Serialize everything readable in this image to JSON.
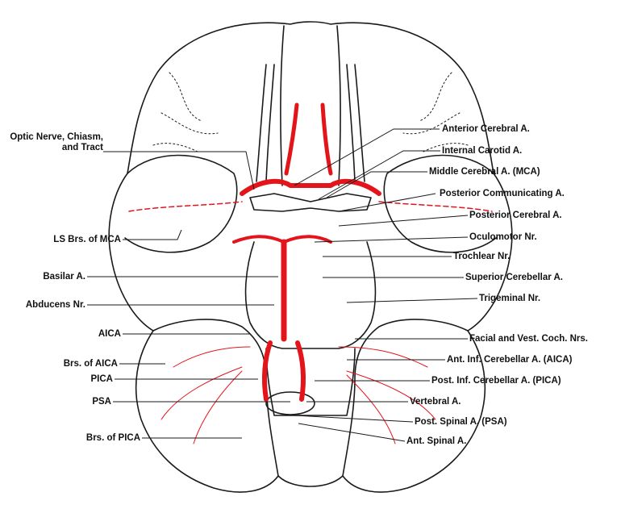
{
  "colors": {
    "artery": "#e4141b",
    "outline": "#1a1a1a",
    "background": "#ffffff"
  },
  "labels": {
    "optic_line1": "Optic Nerve, Chiasm,",
    "optic_line2": "and Tract",
    "ls_brs_mca": "LS Brs. of MCA",
    "basilar": "Basilar A.",
    "abducens": "Abducens Nr.",
    "aica_left": "AICA",
    "brs_aica": "Brs. of AICA",
    "pica_left": "PICA",
    "psa_left": "PSA",
    "brs_pica": "Brs. of PICA",
    "anterior_cerebral": "Anterior Cerebral A.",
    "internal_carotid": "Internal Carotid A.",
    "middle_cerebral": "Middle Cerebral A. (MCA)",
    "posterior_communicating": "Posterior Communicating A.",
    "posterior_cerebral": "Posterior Cerebral A.",
    "oculomotor": "Oculomotor Nr.",
    "trochlear": "Trochlear Nr.",
    "superior_cerebellar": "Superior Cerebellar A.",
    "trigeminal": "Trigeminal Nr.",
    "facial_vest": "Facial and Vest. Coch. Nrs.",
    "ant_inf_cerebellar": "Ant. Inf. Cerebellar A. (AICA)",
    "post_inf_cerebellar": "Post. Inf. Cerebellar A. (PICA)",
    "vertebral": "Vertebral A.",
    "post_spinal": "Post. Spinal A. (PSA)",
    "ant_spinal": "Ant. Spinal A."
  }
}
